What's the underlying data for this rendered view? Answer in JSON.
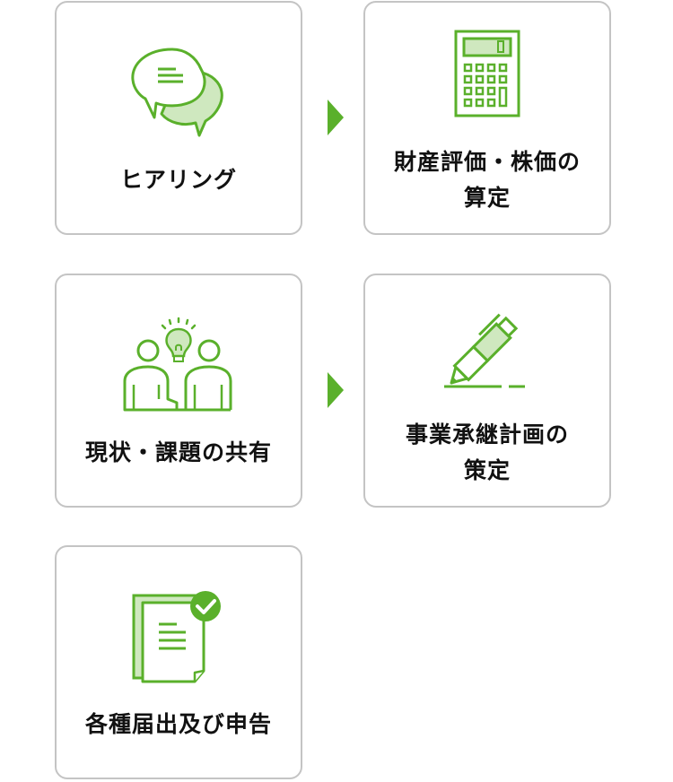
{
  "colors": {
    "accent": "#5ab02b",
    "accent_light": "#cfe8bf",
    "border": "#c4c4c4",
    "text": "#111111"
  },
  "steps": [
    {
      "label": "ヒアリング",
      "icon": "speech-bubbles-icon"
    },
    {
      "label_line1": "財産評価・株価の",
      "label_line2": "算定",
      "icon": "calculator-icon"
    },
    {
      "label": "現状・課題の共有",
      "icon": "people-idea-icon"
    },
    {
      "label_line1": "事業承継計画の",
      "label_line2": "策定",
      "icon": "pen-writing-icon"
    },
    {
      "label": "各種届出及び申告",
      "icon": "document-check-icon"
    }
  ],
  "arrows": [
    {
      "icon": "arrow-right-icon"
    },
    {
      "icon": "arrow-right-icon"
    }
  ]
}
